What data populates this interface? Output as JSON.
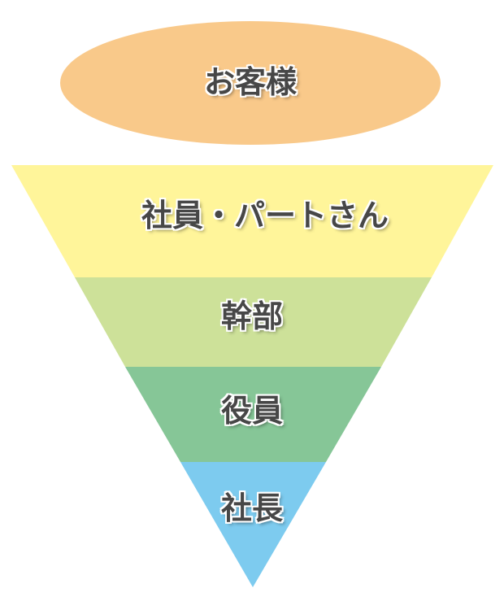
{
  "top": {
    "label": "お客様",
    "color": "#f9c98a"
  },
  "tiers": [
    {
      "label": "社員・パートさん",
      "color": "#fff59a"
    },
    {
      "label": "幹部",
      "color": "#cde199"
    },
    {
      "label": "役員",
      "color": "#86c697"
    },
    {
      "label": "社長",
      "color": "#7dcbef"
    }
  ]
}
